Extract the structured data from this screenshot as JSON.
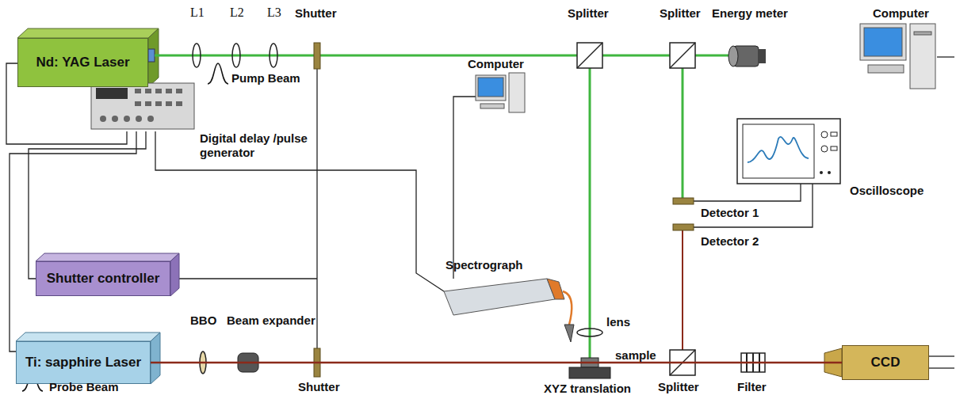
{
  "diagram": {
    "nodes": [
      {
        "text": [
          "Nd: YAG Laser"
        ]
      },
      {
        "text": [
          "Shutter controller"
        ]
      },
      {
        "text": [
          "Ti: sapphire Laser"
        ]
      },
      {
        "text": [
          "CCD"
        ]
      }
    ],
    "edges": [
      {
        "from": 2,
        "to": 3,
        "arrow": "none"
      }
    ],
    "labels": [
      "L1",
      "L2",
      "L3",
      "Shutter",
      "Splitter",
      "Splitter",
      "Energy meter",
      "Computer",
      "Pump Beam",
      "Digital delay /pulse generator",
      "Computer",
      "Oscilloscope",
      "Detector 1",
      "Detector 2",
      "Spectrograph",
      "lens",
      "BBO",
      "Beam expander",
      "Shutter",
      "sample",
      "Splitter",
      "Filter",
      "Probe Beam",
      "XYZ translation"
    ]
  }
}
